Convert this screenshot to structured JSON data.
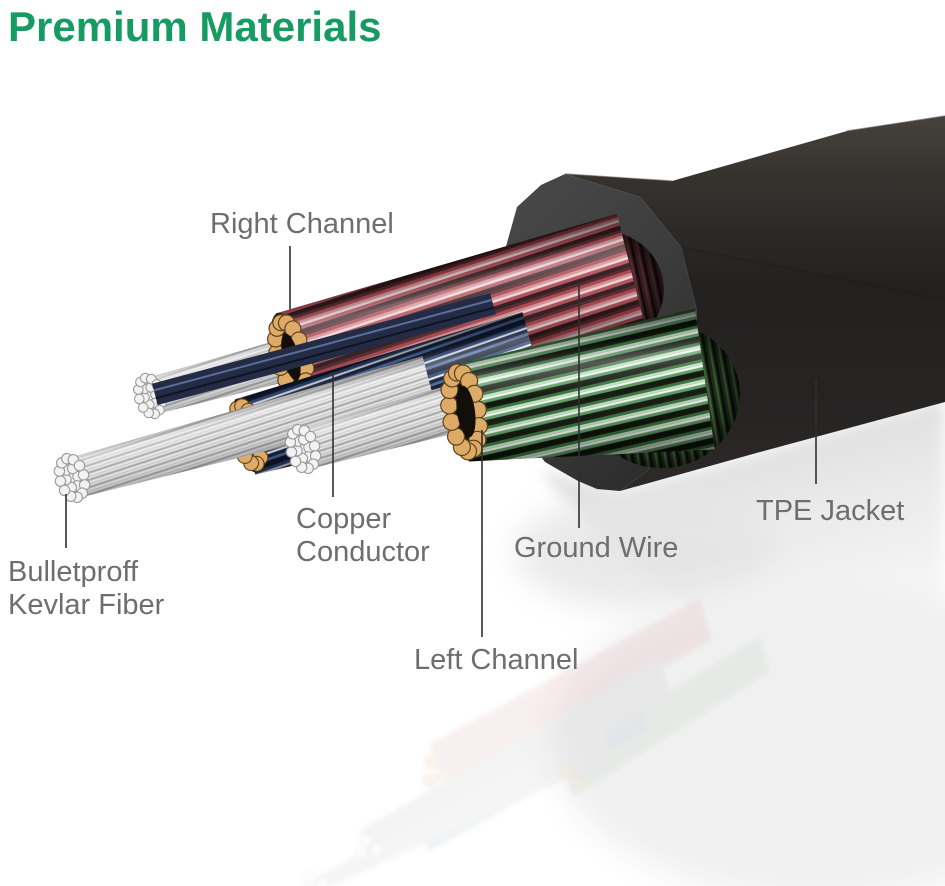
{
  "title": {
    "text": "Premium Materials"
  },
  "labels": {
    "right_channel": "Right Channel",
    "copper_conductor_line1": "Copper",
    "copper_conductor_line2": "Conductor",
    "ground_wire": "Ground Wire",
    "tpe_jacket": "TPE Jacket",
    "kevlar_line1": "Bulletproff",
    "kevlar_line2": "Kevlar Fiber",
    "left_channel": "Left Channel"
  },
  "colors": {
    "title_green": "#169b62",
    "label_gray": "#6e6e6e",
    "leader_line": "#2f2f2f",
    "jacket_black": "#262422",
    "jacket_face_gray": "#3f3f3f",
    "copper_gold": "#ddab67",
    "kevlar_silver": "#e4e4e4",
    "right_channel_red": "#a8454e",
    "left_channel_green": "#3f7a46",
    "inner_wire_blue": "#2e4a7c"
  }
}
